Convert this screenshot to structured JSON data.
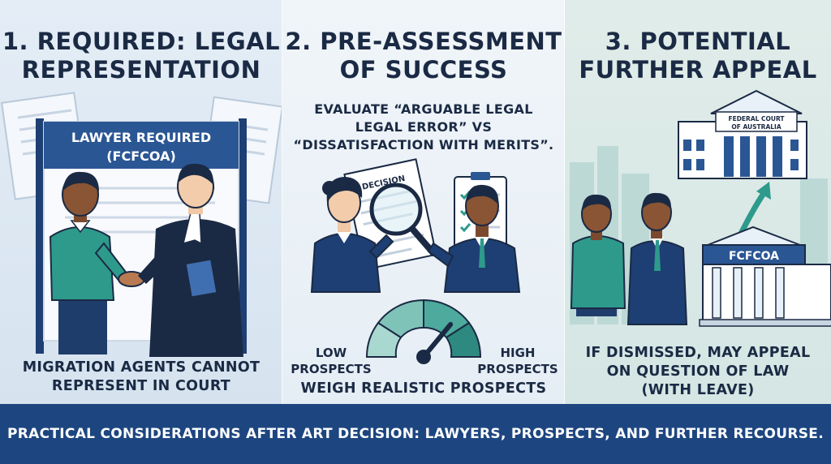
{
  "panels": [
    {
      "title_line1": "1. REQUIRED: LEGAL",
      "title_line2": "REPRESENTATION",
      "sign_line1": "LAWYER REQUIRED",
      "sign_line2": "(FCFCOA)",
      "caption_line1": "MIGRATION AGENTS CANNOT",
      "caption_line2": "REPRESENT IN COURT"
    },
    {
      "title_line1": "2. PRE-ASSESSMENT",
      "title_line2": "OF SUCCESS",
      "quote_line1": "EVALUATE “ARGUABLE LEGAL",
      "quote_line2": "LEGAL ERROR” VS",
      "quote_line3": "“DISSATISFACTION WITH MERITS”.",
      "document_label": "DECISION",
      "gauge_low": "LOW\nPROSPECTS",
      "gauge_low_1": "LOW",
      "gauge_low_2": "PROSPECTS",
      "gauge_high_1": "HIGH",
      "gauge_high_2": "PROSPECTS",
      "gauge_level": 0.72,
      "caption": "WEIGH REALISTIC PROSPECTS"
    },
    {
      "title_line1": "3. POTENTIAL",
      "title_line2": "FURTHER APPEAL",
      "upper_court_line1": "FEDERAL COURT",
      "upper_court_line2": "OF AUSTRALIA",
      "lower_court": "FCFCOA",
      "caption_line1": "IF DISMISSED, MAY APPEAL",
      "caption_line2": "ON QUESTION OF LAW",
      "caption_line3": "(WITH LEAVE)"
    }
  ],
  "footer": "PRACTICAL CONSIDERATIONS AFTER ART DECISION: LAWYERS, PROSPECTS, AND FURTHER RECOURSE.",
  "colors": {
    "navy": "#1b2a44",
    "blue": "#1d4680",
    "teal": "#2e9a8c",
    "light_teal": "#a8d8cf"
  }
}
